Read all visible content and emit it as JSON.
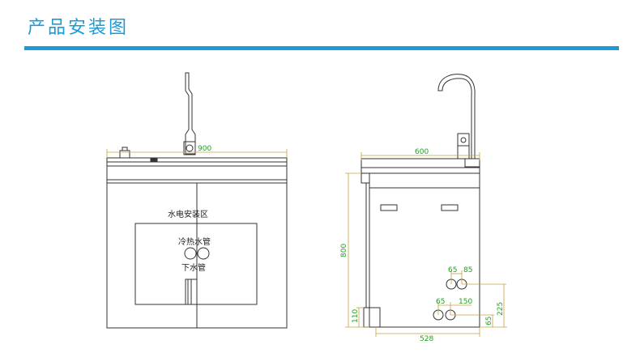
{
  "header": {
    "title": "产品安装图",
    "accent_color": "#1a9ad8"
  },
  "front_view": {
    "width_dim": "900",
    "labels": {
      "electric_zone": "水电安装区",
      "water_pipes": "冷热水管",
      "drain_pipe": "下水管"
    }
  },
  "side_view": {
    "dims": {
      "top_width": "600",
      "height": "800",
      "base_height": "110",
      "bottom_width": "528",
      "upper_pipe_x": "65",
      "upper_pipe_spacing": "85",
      "lower_pipe_x": "65",
      "lower_pipe_spacing": "150",
      "upper_pipe_height": "225",
      "lower_pipe_height": "65"
    }
  },
  "colors": {
    "line": "#333333",
    "dimension": "#22a022",
    "dimension_line": "#c8a040"
  }
}
